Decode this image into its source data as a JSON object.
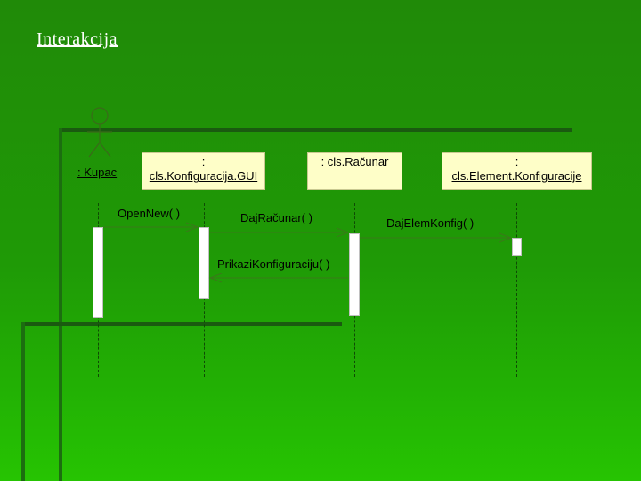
{
  "slide": {
    "title": "Interakcija"
  },
  "diagram": {
    "actor": {
      "label": ": Kupac"
    },
    "objects": [
      {
        "line1": ":",
        "line2": "cls.Konfiguracija.GUI"
      },
      {
        "line1": ": cls.Računar",
        "line2": ""
      },
      {
        "line1": ":",
        "line2": "cls.Element.Konfiguracije"
      }
    ],
    "messages": [
      {
        "label": "OpenNew( )"
      },
      {
        "label": "DajRačunar( )"
      },
      {
        "label": "DajElemKonfig( )"
      },
      {
        "label": "PrikaziKonfiguraciju( )"
      }
    ]
  },
  "colors": {
    "background": "#1f9a06",
    "box_fill": "#fefec8",
    "arrow": "#3a7a1a"
  }
}
